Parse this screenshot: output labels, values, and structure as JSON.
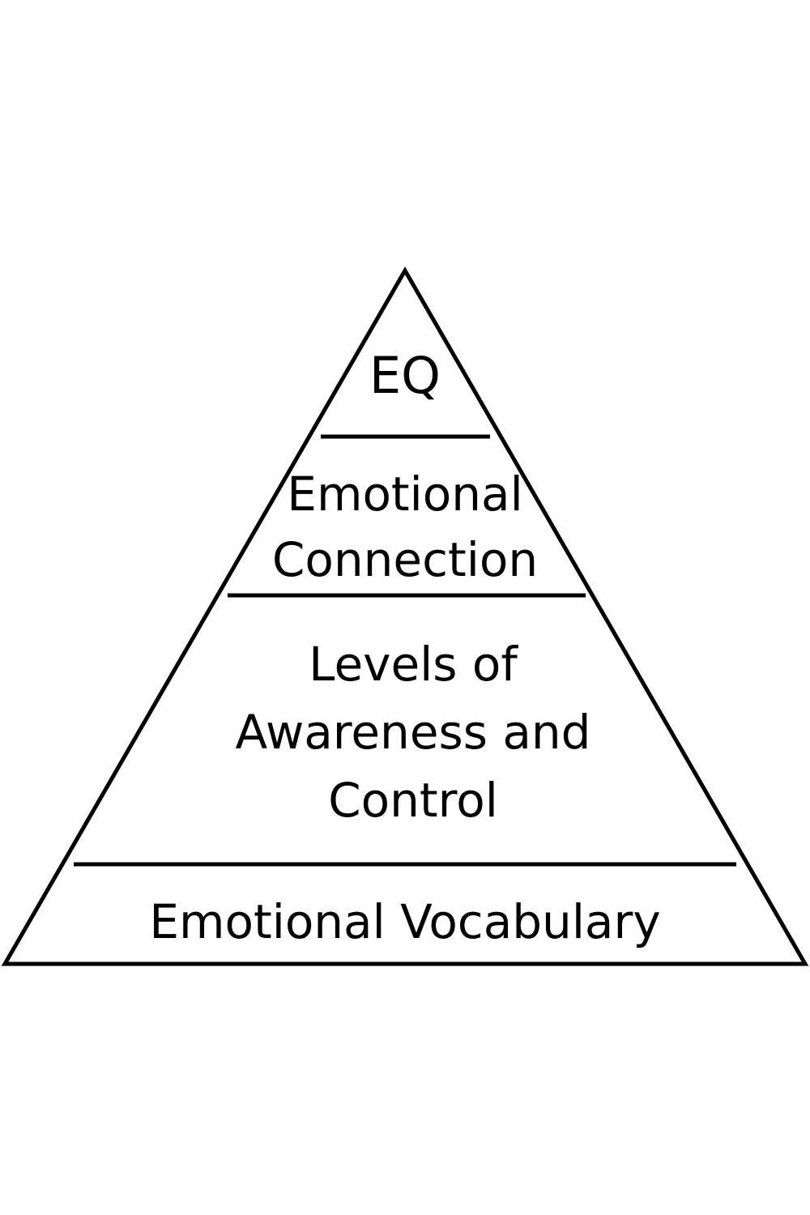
{
  "diagram": {
    "tiers": [
      {
        "lines": [
          "EQ"
        ]
      },
      {
        "lines": [
          "Emotional",
          "Connection"
        ]
      },
      {
        "lines": [
          "Levels of",
          "Awareness and",
          "Control"
        ]
      },
      {
        "lines": [
          "Emotional Vocabulary"
        ]
      }
    ],
    "line_color": "#000000",
    "background": "#ffffff"
  }
}
